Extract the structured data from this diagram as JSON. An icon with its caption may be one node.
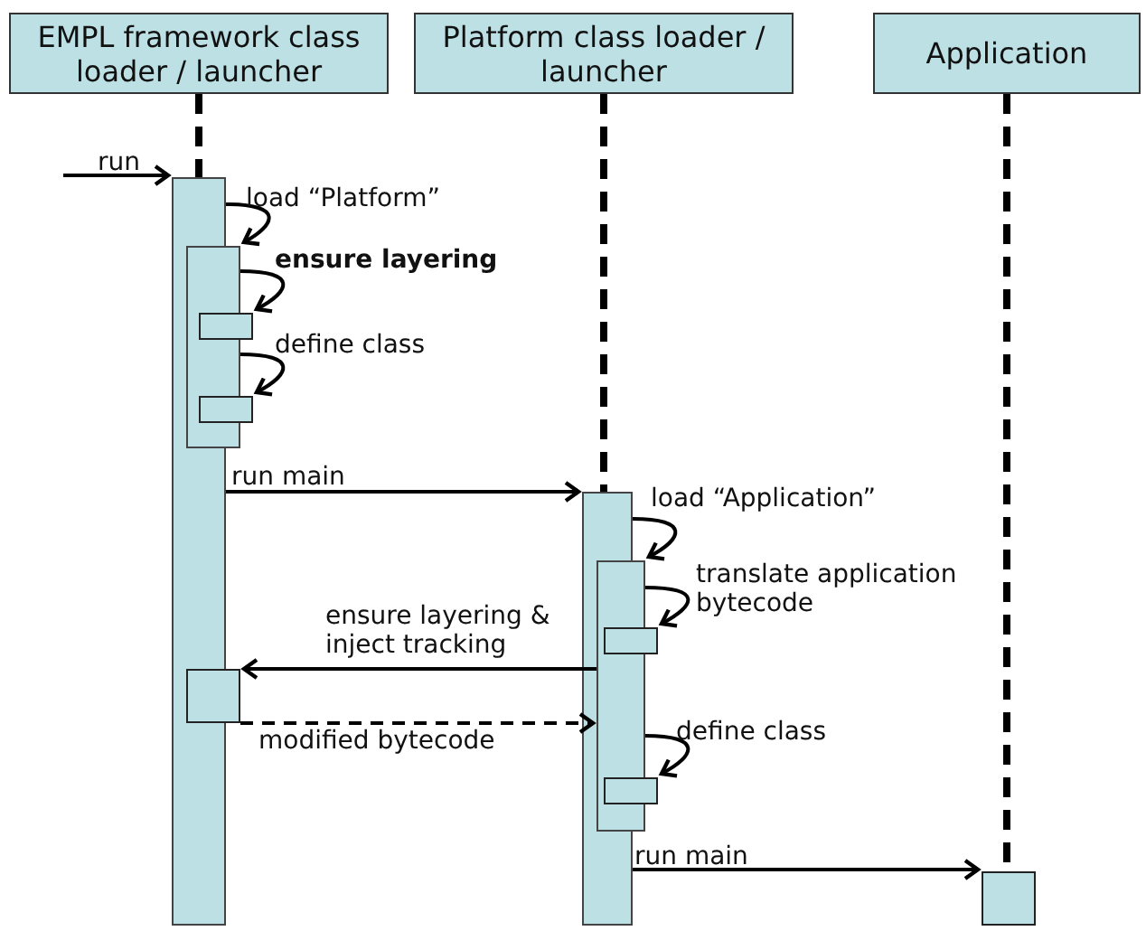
{
  "diagram": {
    "nodes": [
      {
        "text": [
          "EMPL framework class loader / launcher"
        ]
      },
      {
        "text": [
          "Platform class loader / launcher"
        ]
      },
      {
        "text": [
          "Application"
        ]
      },
      {
        "text": [],
        "shape": "bar"
      },
      {
        "text": [],
        "shape": "bar",
        "in": 3
      },
      {
        "text": [],
        "shape": "box",
        "in": 4
      },
      {
        "text": [],
        "shape": "box",
        "in": 4
      },
      {
        "text": [],
        "shape": "bar"
      },
      {
        "text": [],
        "shape": "bar",
        "in": 7
      },
      {
        "text": [],
        "shape": "box",
        "in": 8
      },
      {
        "text": [],
        "shape": "box",
        "in": 8
      },
      {
        "text": [],
        "shape": "box",
        "in": 3
      },
      {
        "text": [],
        "shape": "box"
      }
    ],
    "edges": [
      {
        "from": 0,
        "to": 3,
        "arrow": "none",
        "style": "dashed"
      },
      {
        "from": 1,
        "to": 7,
        "arrow": "none",
        "style": "dashed"
      },
      {
        "from": 2,
        "to": 12,
        "arrow": "none",
        "style": "dashed"
      },
      {
        "from": null,
        "to": 3,
        "arrow": "to",
        "label": "run"
      },
      {
        "from": 3,
        "to": 4,
        "arrow": "to",
        "label": "load “Platform”"
      },
      {
        "from": 4,
        "to": 5,
        "arrow": "to",
        "label": "ensure layering"
      },
      {
        "from": 4,
        "to": 6,
        "arrow": "to",
        "label": "define class"
      },
      {
        "from": 3,
        "to": 7,
        "arrow": "to",
        "label": "run main"
      },
      {
        "from": 7,
        "to": 8,
        "arrow": "to",
        "label": "load “Application”"
      },
      {
        "from": 8,
        "to": 9,
        "arrow": "to",
        "label": "translate application bytecode"
      },
      {
        "from": 8,
        "to": 11,
        "arrow": "to",
        "label": "ensure layering & inject tracking"
      },
      {
        "from": 11,
        "to": 8,
        "arrow": "to",
        "label": "modified bytecode",
        "style": "dashed"
      },
      {
        "from": 8,
        "to": 10,
        "arrow": "to",
        "label": "define class"
      },
      {
        "from": 7,
        "to": 12,
        "arrow": "to",
        "label": "run main"
      }
    ]
  }
}
